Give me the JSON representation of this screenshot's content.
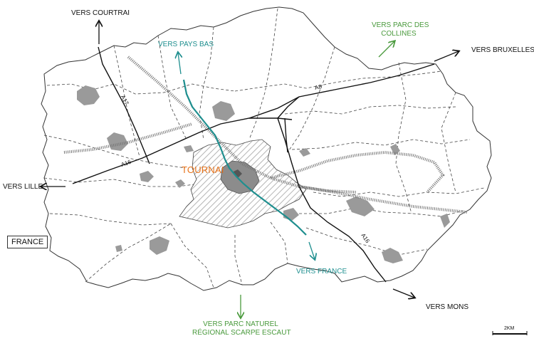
{
  "map": {
    "city_label": "TOURNAI",
    "country_label": "FRANCE",
    "directions": {
      "courtrai": "VERS COURTRAI",
      "pays_bas": "VERS PAYS BAS",
      "parc_collines_line1": "VERS PARC DES",
      "parc_collines_line2": "COLLINES",
      "bruxelles": "VERS BRUXELLES",
      "lille": "VERS LILLE",
      "france": "VERS FRANCE",
      "mons": "VERS MONS",
      "parc_scarpe_line1": "VERS PARC NATUREL",
      "parc_scarpe_line2": "RÉGIONAL SCARPE ESCAUT"
    },
    "roads": {
      "a17": "A17",
      "a16_west": "A16",
      "a8": "A8",
      "a16_east": "A16"
    },
    "scale_label": "2KM",
    "colors": {
      "city": "#e8731a",
      "river": "#1f8f8f",
      "green_arrows": "#4a9a3d",
      "villages": "#9a9a9a"
    }
  }
}
